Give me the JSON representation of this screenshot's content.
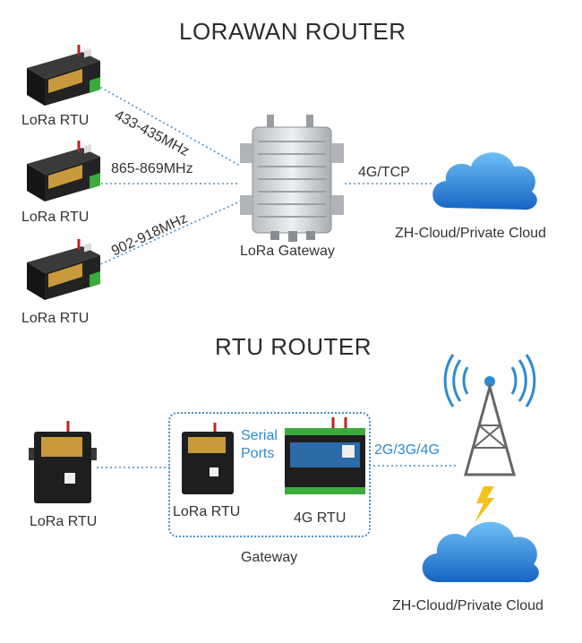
{
  "lorawan": {
    "title": "LORAWAN ROUTER",
    "rtu_label": "LoRa RTU",
    "freq_1": "433-435MHz",
    "freq_2": "865-869MHz",
    "freq_3": "902-918MHz",
    "gateway_label": "LoRa Gateway",
    "link_label": "4G/TCP",
    "cloud_label": "ZH-Cloud/Private Cloud"
  },
  "rtu_router": {
    "title": "RTU ROUTER",
    "lora_rtu_label": "LoRa RTU",
    "serial_ports_line1": "Serial",
    "serial_ports_line2": "Ports",
    "inner_lora_rtu_label": "LoRa RTU",
    "g4_rtu_label": "4G RTU",
    "gateway_label": "Gateway",
    "link_label": "2G/3G/4G",
    "cloud_label": "ZH-Cloud/Private Cloud"
  },
  "colors": {
    "accent_blue": "#2f8ad0",
    "device_orange": "#c89a3c",
    "device_black": "#1e1e1e",
    "terminal_green": "#3caa3c",
    "cloud_blue": "#1e7fd6"
  }
}
